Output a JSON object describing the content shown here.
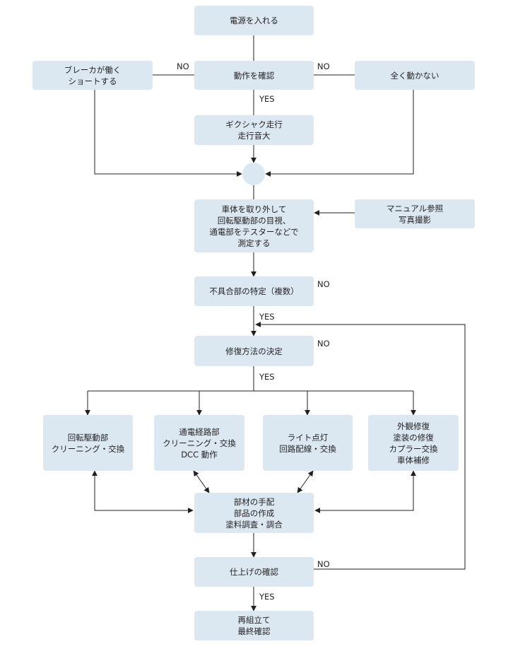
{
  "nodes": {
    "power_on": [
      "電源を入れる"
    ],
    "check_operation": [
      "動作を確認"
    ],
    "breaker_short": [
      "ブレーカが働く",
      "ショートする"
    ],
    "no_motion": [
      "全く動かない"
    ],
    "jerky_noisy": [
      "ギクシャク走行",
      "走行音大"
    ],
    "inspect": [
      "車体を取り外して",
      "回転駆動部の目視、",
      "通電部をテスターなどで",
      "測定する"
    ],
    "manual_photo": [
      "マニュアル参照",
      "写真撮影"
    ],
    "identify_faults": [
      "不具合部の特定（複数）"
    ],
    "decide_method": [
      "修復方法の決定"
    ],
    "rotation_drive": [
      "回転駆動部",
      "クリーニング・交換"
    ],
    "conduction_path": [
      "通電経路部",
      "クリーニング・交換",
      "DCC 動作"
    ],
    "lights": [
      "ライト点灯",
      "回路配線・交換"
    ],
    "exterior": [
      "外観修復",
      "塗装の修復",
      "カプラー交換",
      "車体補修"
    ],
    "parts": [
      "部材の手配",
      "部品の作成",
      "塗料調査・調合"
    ],
    "finish_check": [
      "仕上げの確認"
    ],
    "reassemble": [
      "再組立て",
      "最終確認"
    ]
  },
  "edge_labels": {
    "no_left": "NO",
    "no_right": "NO",
    "yes_check": "YES",
    "no_identify": "NO",
    "yes_identify": "YES",
    "no_decide": "NO",
    "yes_decide": "YES",
    "no_finish": "NO",
    "yes_finish": "YES"
  },
  "colors": {
    "box_fill": "#dbe8f2",
    "line": "#231f20"
  }
}
